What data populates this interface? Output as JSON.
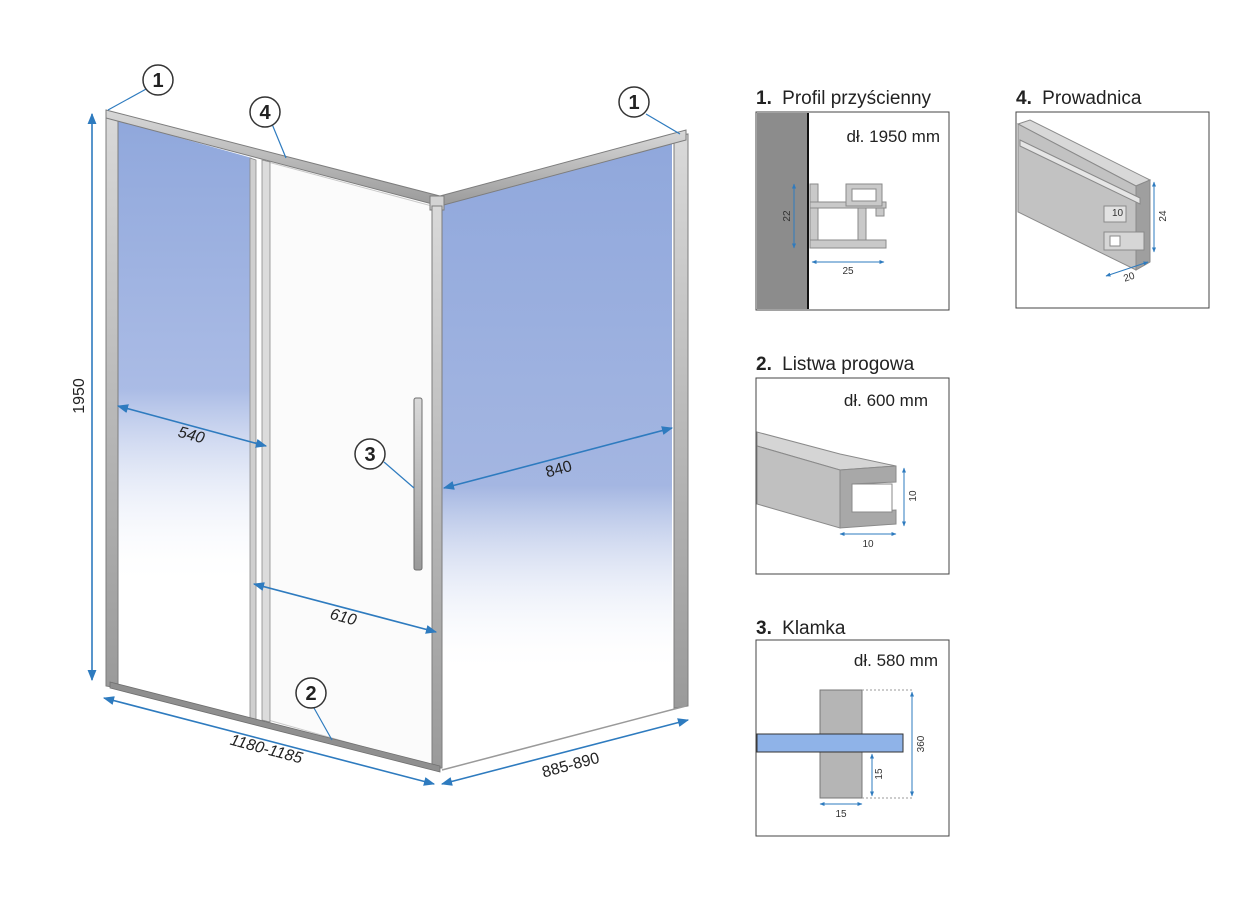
{
  "callouts": {
    "wall_profile_left": "1",
    "guide_rail": "4",
    "wall_profile_right": "1",
    "handle": "3",
    "threshold": "2"
  },
  "dimensions": {
    "height": "1950",
    "fixed_panel_width": "540",
    "door_width": "610",
    "side_panel_width": "840",
    "front_total": "1180-1185",
    "side_total": "885-890"
  },
  "panels": {
    "profil": {
      "num": "1.",
      "title": "Profil przyścienny",
      "length": "dł. 1950 mm",
      "dim_a": "22",
      "dim_b": "25"
    },
    "prowadnica": {
      "num": "4.",
      "title": "Prowadnica",
      "dim_a": "24",
      "dim_b": "20",
      "dim_c": "10"
    },
    "listwa": {
      "num": "2.",
      "title": "Listwa progowa",
      "length": "dł. 600 mm",
      "dim_a": "10",
      "dim_b": "10"
    },
    "klamka": {
      "num": "3.",
      "title": "Klamka",
      "length": "dł. 580 mm",
      "dim_a": "360",
      "dim_b": "15",
      "dim_c": "15"
    }
  },
  "colors": {
    "glass": "#8fa8dc",
    "dimension_line": "#2e7bbf",
    "frame": "#9a9a9a",
    "profile_gray": "#b5b5b5",
    "handle_blue": "#8fb3e8"
  }
}
